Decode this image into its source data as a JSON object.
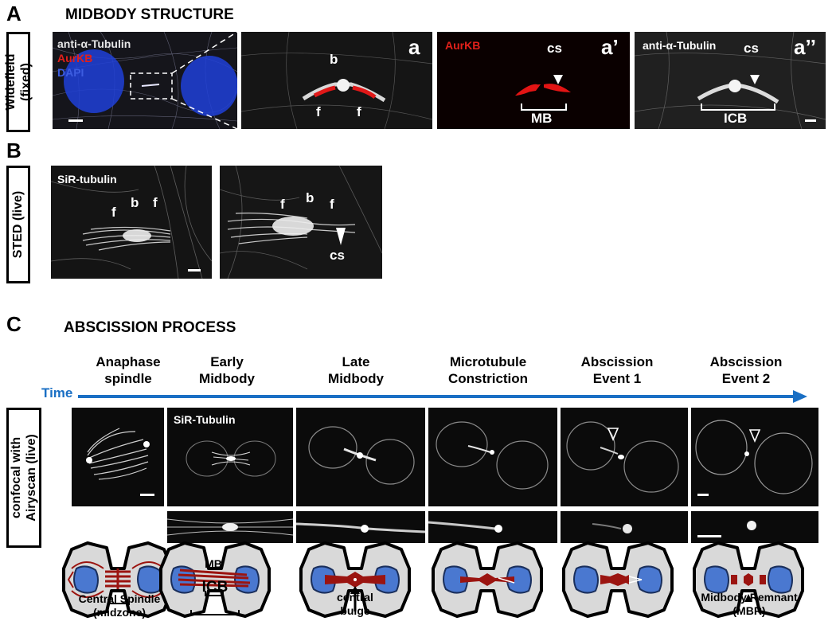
{
  "panel_a": {
    "letter": "A",
    "title": "MIDBODY STRUCTURE",
    "row_label_line1": "Widefield",
    "row_label_line2": "(fixed)",
    "channels": [
      "anti-α-Tubulin",
      "AurKB",
      "DAPI"
    ],
    "insets": {
      "a_label": "a",
      "a_prime_label": "a’",
      "a_dprime_label": "a’’",
      "b": "b",
      "f": "f",
      "aurkb": "AurKB",
      "tubulin": "anti-α-Tubulin",
      "cs": "cs",
      "mb": "MB",
      "icb": "ICB"
    }
  },
  "panel_b": {
    "letter": "B",
    "row_label": "STED (live)",
    "stain": "SiR-tubulin",
    "f": "f",
    "b": "b",
    "cs": "cs"
  },
  "panel_c": {
    "letter": "C",
    "title": "ABSCISSION PROCESS",
    "time_label": "Time",
    "row_label_line1": "confocal with",
    "row_label_line2": "Airyscan (live)",
    "stain": "SiR-Tubulin",
    "stages": [
      {
        "line1": "Anaphase",
        "line2": "spindle"
      },
      {
        "line1": "Early",
        "line2": "Midbody"
      },
      {
        "line1": "Late",
        "line2": "Midbody"
      },
      {
        "line1": "Microtubule",
        "line2": "Constriction"
      },
      {
        "line1": "Abscission",
        "line2": "Event 1"
      },
      {
        "line1": "Abscission",
        "line2": "Event 2"
      }
    ],
    "schematic_labels": {
      "central_spindle_1": "Central Spindle",
      "central_spindle_2": "(midzone)",
      "mb": "MB",
      "icb": "ICB",
      "central_bulge_1": "central",
      "central_bulge_2": "bulge",
      "mbr_1": "Midbody Remnant",
      "mbr_2": "(MBR)"
    },
    "colors": {
      "time_arrow": "#1a6fc4",
      "nucleus": "#4a78d0",
      "microtubule": "#9b1410",
      "cell_fill": "#d9d9d9"
    }
  }
}
